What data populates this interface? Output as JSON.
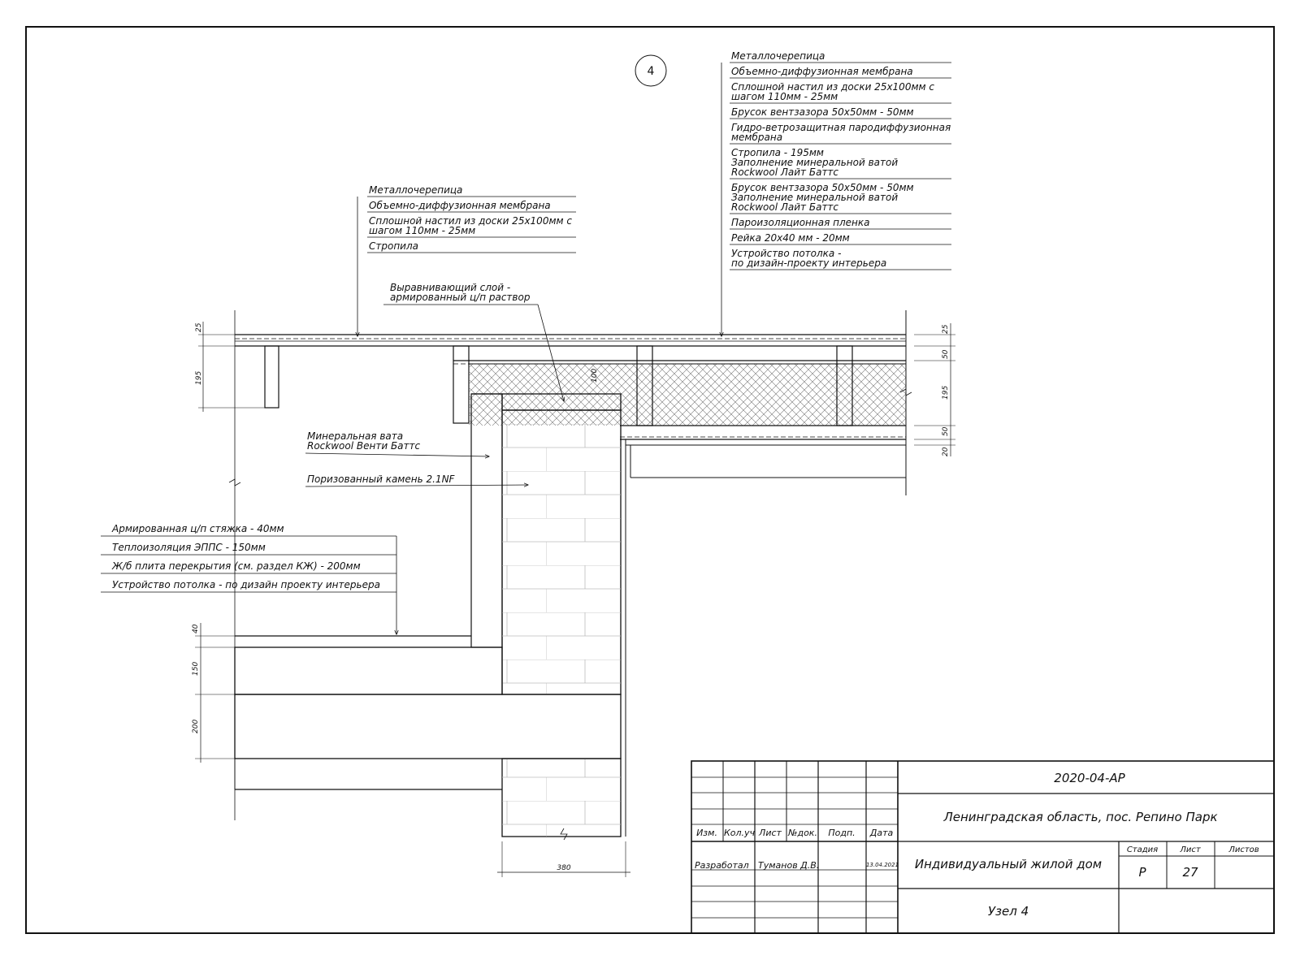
{
  "node_marker": "4",
  "roof_right_layers": [
    [
      "Металлочерепица"
    ],
    [
      "Объемно-диффузионная мембрана"
    ],
    [
      "Сплошной настил из доски 25х100мм с",
      "шагом 110мм - 25мм"
    ],
    [
      "Брусок вентзазора 50х50мм - 50мм"
    ],
    [
      "Гидро-ветрозащитная пародиффузионная",
      "мембрана"
    ],
    [
      "Стропила - 195мм",
      "Заполнение минеральной ватой",
      "Rockwool Лайт Баттс"
    ],
    [
      "Брусок вентзазора 50х50мм - 50мм",
      "Заполнение минеральной ватой",
      "Rockwool Лайт Баттс"
    ],
    [
      "Пароизоляционная пленка"
    ],
    [
      "Рейка 20х40 мм - 20мм"
    ],
    [
      "Устройство потолка -",
      "по дизайн-проекту интерьера"
    ]
  ],
  "roof_left_layers": [
    [
      "Металлочерепица"
    ],
    [
      "Объемно-диффузионная мембрана"
    ],
    [
      "Сплошной настил из доски 25х100мм с",
      "шагом 110мм - 25мм"
    ],
    [
      "Стропила"
    ]
  ],
  "leveling_layer": [
    "Выравнивающий слой -",
    "армированный ц/п раствор"
  ],
  "mineral_wool": [
    "Минеральная вата",
    "Rockwool Венти Баттс"
  ],
  "porous_stone": "Поризованный камень 2.1NF",
  "floor_layers": [
    "Армированная ц/п стяжка - 40мм",
    "Теплоизоляция ЭППС - 150мм",
    "Ж/б плита перекрытия (см. раздел КЖ) - 200мм",
    "Устройство потолка - по дизайн проекту интерьера"
  ],
  "dims": {
    "left_top": [
      "25",
      "195"
    ],
    "right_roof": [
      "25",
      "50",
      "195",
      "50",
      "20"
    ],
    "beam": "100",
    "floor": [
      "40",
      "150",
      "200"
    ],
    "wall": "380"
  },
  "title_block": {
    "code": "2020-04-АР",
    "location": "Ленинградская область, пос. Репино Парк",
    "project": "Индивидуальный жилой дом",
    "sheet_name": "Узел 4",
    "col_headers": [
      "Изм.",
      "Кол.уч",
      "Лист",
      "№док.",
      "Подп.",
      "Дата"
    ],
    "developed_label": "Разработал",
    "developer": "Туманов Д.В.",
    "date": "13.04.2021",
    "stage_label": "Стадия",
    "sheet_label": "Лист",
    "sheets_label": "Листов",
    "stage": "Р",
    "sheet_no": "27",
    "sheets_total": ""
  }
}
